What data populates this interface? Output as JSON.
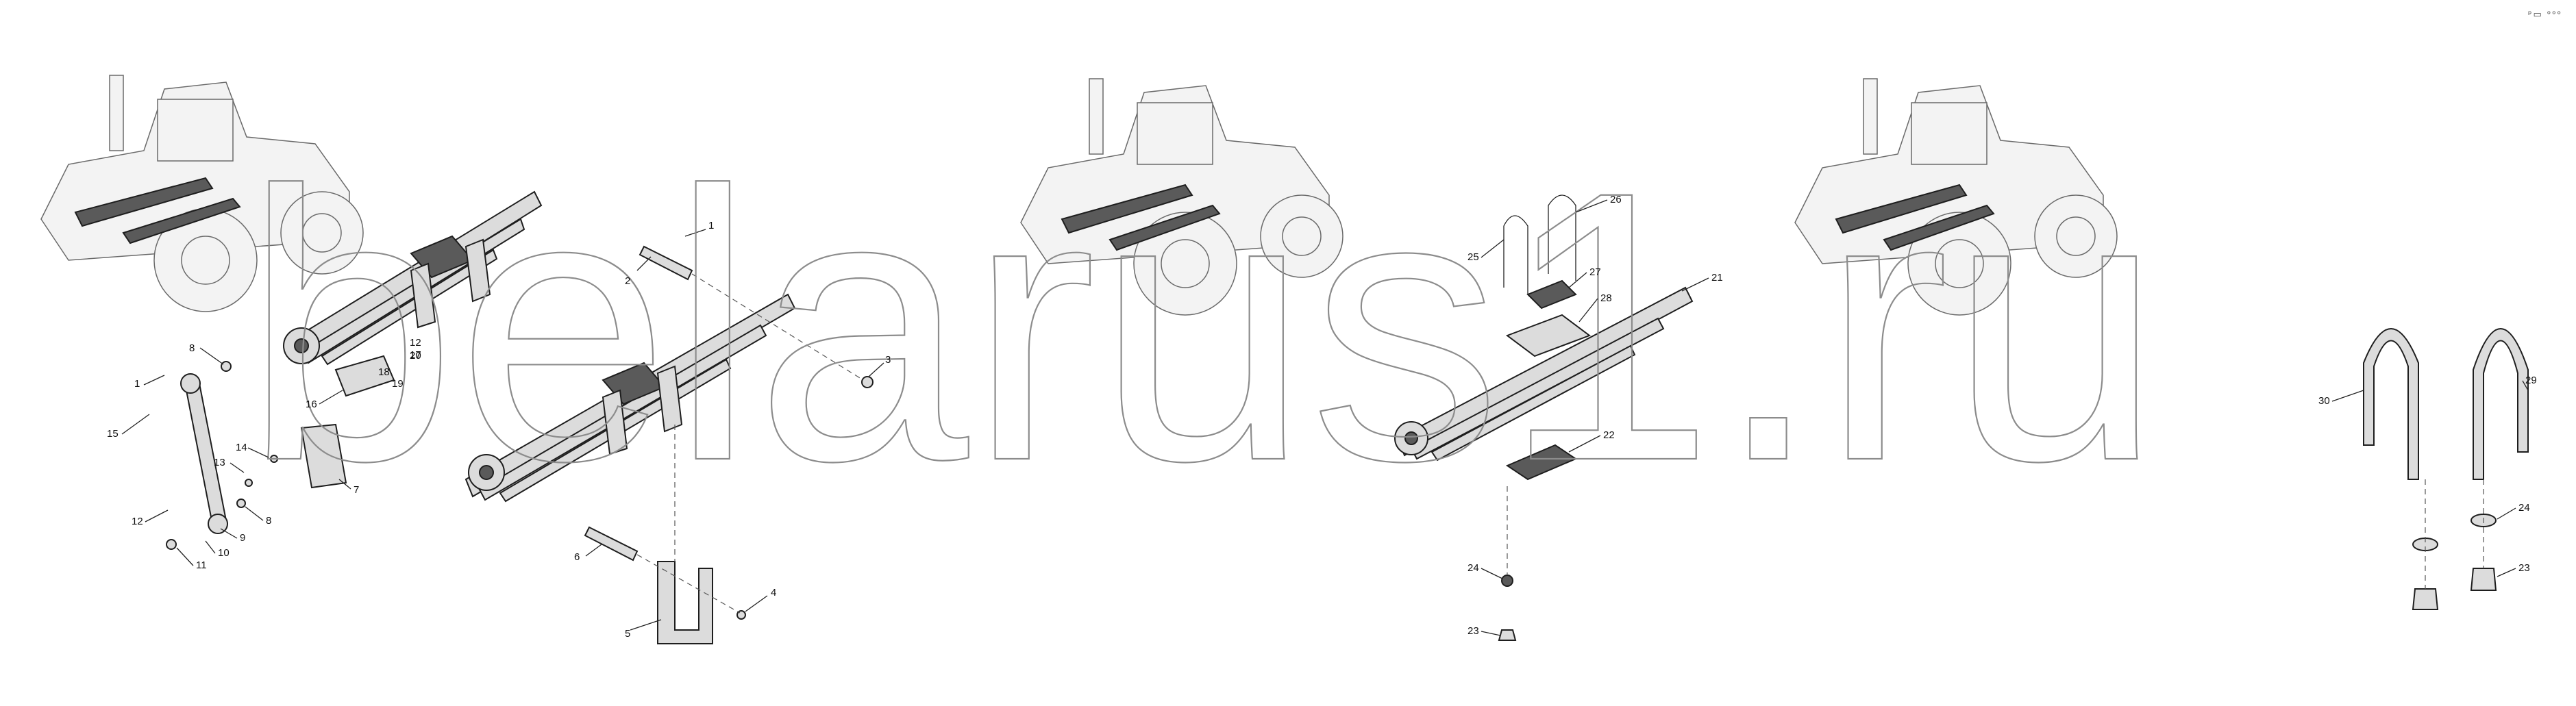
{
  "corner_marker": "ᵖ▭ ᵒᵒᵒ",
  "watermark": "belarus1.ru",
  "callouts": [
    {
      "id": "c1a",
      "text": "1"
    },
    {
      "id": "c2",
      "text": "2"
    },
    {
      "id": "c3",
      "text": "3"
    },
    {
      "id": "c4",
      "text": "4"
    },
    {
      "id": "c5",
      "text": "5"
    },
    {
      "id": "c6",
      "text": "6"
    },
    {
      "id": "c7",
      "text": "7"
    },
    {
      "id": "c8a",
      "text": "8"
    },
    {
      "id": "c8b",
      "text": "8"
    },
    {
      "id": "c9",
      "text": "9"
    },
    {
      "id": "c10",
      "text": "10"
    },
    {
      "id": "c11",
      "text": "11"
    },
    {
      "id": "c12a",
      "text": "12"
    },
    {
      "id": "c12b",
      "text": "12"
    },
    {
      "id": "c13",
      "text": "13"
    },
    {
      "id": "c14",
      "text": "14"
    },
    {
      "id": "c15",
      "text": "15"
    },
    {
      "id": "c16",
      "text": "16"
    },
    {
      "id": "c17",
      "text": "17"
    },
    {
      "id": "c18",
      "text": "18"
    },
    {
      "id": "c19",
      "text": "19"
    },
    {
      "id": "c20",
      "text": "20"
    },
    {
      "id": "c1b",
      "text": "1"
    },
    {
      "id": "c21",
      "text": "21"
    },
    {
      "id": "c22",
      "text": "22"
    },
    {
      "id": "c23a",
      "text": "23"
    },
    {
      "id": "c24a",
      "text": "24"
    },
    {
      "id": "c25",
      "text": "25"
    },
    {
      "id": "c26",
      "text": "26"
    },
    {
      "id": "c27",
      "text": "27"
    },
    {
      "id": "c28",
      "text": "28"
    },
    {
      "id": "c23b",
      "text": "23"
    },
    {
      "id": "c24b",
      "text": "24"
    },
    {
      "id": "c29",
      "text": "29"
    },
    {
      "id": "c30",
      "text": "30"
    }
  ],
  "colors": {
    "ink": "#1e1e1e",
    "watermark": "#8c8c8c",
    "part_fill": "#dcdcdc"
  }
}
